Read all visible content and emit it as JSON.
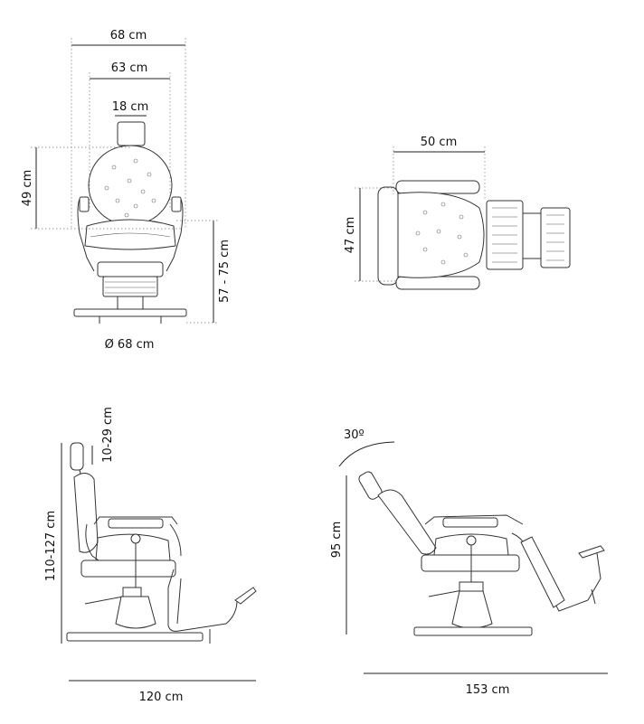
{
  "front_view": {
    "width_outer": "68 cm",
    "width_inner": "63 cm",
    "headrest_width": "18 cm",
    "backrest_height": "49 cm",
    "seat_height": "57 - 75 cm",
    "base_diameter": "Ø 68 cm"
  },
  "top_view": {
    "seat_width": "50 cm",
    "seat_depth": "47 cm"
  },
  "side_view": {
    "headrest_adjust": "10-29 cm",
    "total_height": "110-127 cm",
    "length": "120 cm"
  },
  "reclined_view": {
    "recline_angle": "30º",
    "height": "95 cm",
    "length": "153 cm"
  }
}
